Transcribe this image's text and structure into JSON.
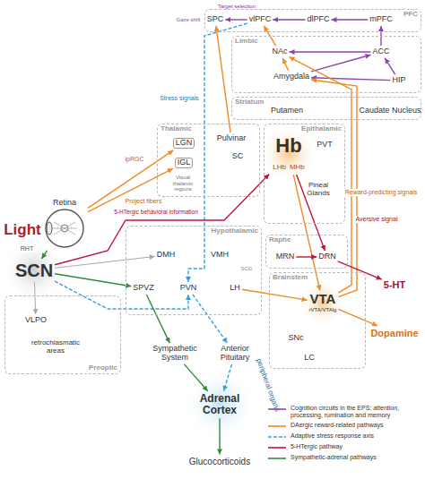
{
  "diagram": {
    "nodes": [
      {
        "text": [
          "PFC"
        ]
      },
      {
        "text": [
          "SPC"
        ],
        "in": 0
      },
      {
        "text": [
          "vlPFC"
        ],
        "in": 0
      },
      {
        "text": [
          "dlPFC"
        ],
        "in": 0
      },
      {
        "text": [
          "mPFC"
        ],
        "in": 0
      },
      {
        "text": [
          "Limbic"
        ]
      },
      {
        "text": [
          "NAc"
        ],
        "in": 5
      },
      {
        "text": [
          "ACC"
        ],
        "in": 5
      },
      {
        "text": [
          "Amygdala"
        ],
        "in": 5
      },
      {
        "text": [
          "HIP"
        ],
        "in": 5
      },
      {
        "text": [
          "Striatum"
        ]
      },
      {
        "text": [
          "Putamen"
        ],
        "in": 10
      },
      {
        "text": [
          "Caudate Nucleus"
        ],
        "in": 10
      },
      {
        "text": [
          "Retina"
        ]
      },
      {
        "text": [
          "Thalamic"
        ]
      },
      {
        "text": [
          "Pulvinar"
        ],
        "in": 14
      },
      {
        "text": [
          "SC"
        ],
        "in": 14
      },
      {
        "text": [
          "LGN"
        ],
        "in": 14
      },
      {
        "text": [
          "IGL"
        ],
        "in": 14
      },
      {
        "text": [
          "Epithalamic"
        ]
      },
      {
        "text": [
          "Hb",
          "LHb",
          "MHb"
        ],
        "in": 19
      },
      {
        "text": [
          "PVT"
        ],
        "in": 19
      },
      {
        "text": [
          "Pineal Glands"
        ],
        "in": 19
      },
      {
        "text": [
          "SCN"
        ]
      },
      {
        "text": [
          "Hypothalamic"
        ]
      },
      {
        "text": [
          "DMH"
        ],
        "in": 24
      },
      {
        "text": [
          "VMH"
        ],
        "in": 24
      },
      {
        "text": [
          "SPVZ"
        ],
        "in": 24
      },
      {
        "text": [
          "PVN"
        ],
        "in": 24
      },
      {
        "text": [
          "LH"
        ],
        "in": 24
      },
      {
        "text": [
          "Raphe"
        ]
      },
      {
        "text": [
          "MRN"
        ],
        "in": 30
      },
      {
        "text": [
          "DRN"
        ],
        "in": 30
      },
      {
        "text": [
          "5-HT"
        ]
      },
      {
        "text": [
          "Brainstem"
        ]
      },
      {
        "text": [
          "VTA",
          "rVTA/VTAlg"
        ],
        "in": 34
      },
      {
        "text": [
          "SNc"
        ],
        "in": 34
      },
      {
        "text": [
          "LC"
        ],
        "in": 34
      },
      {
        "text": [
          "Dopamine"
        ]
      },
      {
        "text": [
          "Preoptic"
        ]
      },
      {
        "text": [
          "VLPO"
        ],
        "in": 39
      },
      {
        "text": [
          "retrochiasmatic areas"
        ],
        "in": 39
      },
      {
        "text": [
          "Sympathetic System"
        ]
      },
      {
        "text": [
          "Anterior Pituitary"
        ]
      },
      {
        "text": [
          "Adrenal Cortex"
        ]
      },
      {
        "text": [
          "Glucocorticoids"
        ]
      }
    ],
    "edges": [
      {
        "from": 13,
        "to": 17,
        "arrow": "to",
        "label": "ipRGC"
      },
      {
        "from": 13,
        "to": 18,
        "arrow": "to",
        "label": "Project fibers"
      },
      {
        "from": 13,
        "to": 23,
        "arrow": "to",
        "label": "RHT"
      },
      {
        "from": 15,
        "to": 1,
        "arrow": "to"
      },
      {
        "from": 2,
        "to": 1,
        "arrow": "to",
        "label": "Target selection"
      },
      {
        "from": 3,
        "to": 2,
        "arrow": "to"
      },
      {
        "from": 4,
        "to": 3,
        "arrow": "to"
      },
      {
        "from": 7,
        "to": 4,
        "arrow": "to"
      },
      {
        "from": 7,
        "to": 6,
        "arrow": "to"
      },
      {
        "from": 8,
        "to": 7,
        "arrow": "to"
      },
      {
        "from": 9,
        "to": 7,
        "arrow": "to"
      },
      {
        "from": 9,
        "to": 8,
        "arrow": "to"
      },
      {
        "from": 6,
        "to": 2,
        "arrow": "to"
      },
      {
        "from": 8,
        "to": 6,
        "arrow": "to"
      },
      {
        "from": 35,
        "to": 6,
        "arrow": "to"
      },
      {
        "from": 35,
        "to": 8,
        "arrow": "to"
      },
      {
        "from": 20,
        "to": 35,
        "arrow": "to",
        "label": "Reward-predicting signals"
      },
      {
        "from": 29,
        "to": 35,
        "arrow": "to"
      },
      {
        "from": 35,
        "to": 38,
        "arrow": "to"
      },
      {
        "from": 2,
        "to": 28,
        "arrow": "to",
        "label": "Stress signals"
      },
      {
        "from": 23,
        "to": 28,
        "arrow": "to"
      },
      {
        "from": 28,
        "to": 43,
        "arrow": "to"
      },
      {
        "from": 43,
        "to": 44,
        "arrow": "to"
      },
      {
        "from": 23,
        "to": 20,
        "arrow": "to",
        "label": "5-HTergic behavioral information"
      },
      {
        "from": 20,
        "to": 32,
        "arrow": "to",
        "label": "Aversive signal"
      },
      {
        "from": 31,
        "to": 32,
        "arrow": "to"
      },
      {
        "from": 32,
        "to": 33,
        "arrow": "to"
      },
      {
        "from": 23,
        "to": 27,
        "arrow": "to"
      },
      {
        "from": 27,
        "to": 42,
        "arrow": "to"
      },
      {
        "from": 42,
        "to": 44,
        "arrow": "to"
      },
      {
        "from": 44,
        "to": 45,
        "arrow": "to"
      },
      {
        "from": 23,
        "to": 25,
        "arrow": "to"
      },
      {
        "from": 23,
        "to": 40,
        "arrow": "to"
      }
    ],
    "labels": [
      "Gaze shift",
      "Visual thalamic regions",
      "Light",
      "SCG",
      "peripheral organs"
    ],
    "legend": [
      {
        "text": "Cognition circuits in the EPS: attention, processing, rumination and memory"
      },
      {
        "text": "DAergic reward-related pathways"
      },
      {
        "text": "Adaptive stress response axis"
      },
      {
        "text": "5-HTergic pathway"
      },
      {
        "text": "Sympathetic-adrenal pathways"
      }
    ]
  }
}
